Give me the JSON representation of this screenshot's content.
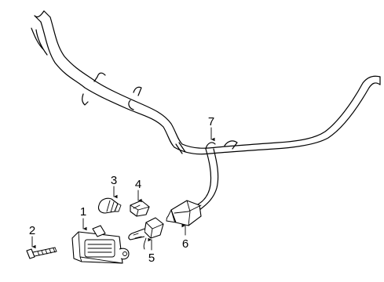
{
  "callouts": [
    {
      "id": "1",
      "text": "1"
    },
    {
      "id": "2",
      "text": "2"
    },
    {
      "id": "3",
      "text": "3"
    },
    {
      "id": "4",
      "text": "4"
    },
    {
      "id": "5",
      "text": "5"
    },
    {
      "id": "6",
      "text": "6"
    },
    {
      "id": "7",
      "text": "7"
    }
  ],
  "parts": [
    {
      "callout": "1",
      "name": "fog-lamp-housing"
    },
    {
      "callout": "2",
      "name": "mounting-bolt"
    },
    {
      "callout": "3",
      "name": "bulb"
    },
    {
      "callout": "4",
      "name": "clip"
    },
    {
      "callout": "5",
      "name": "bulb-socket"
    },
    {
      "callout": "6",
      "name": "connector"
    },
    {
      "callout": "7",
      "name": "wiring-harness"
    }
  ]
}
